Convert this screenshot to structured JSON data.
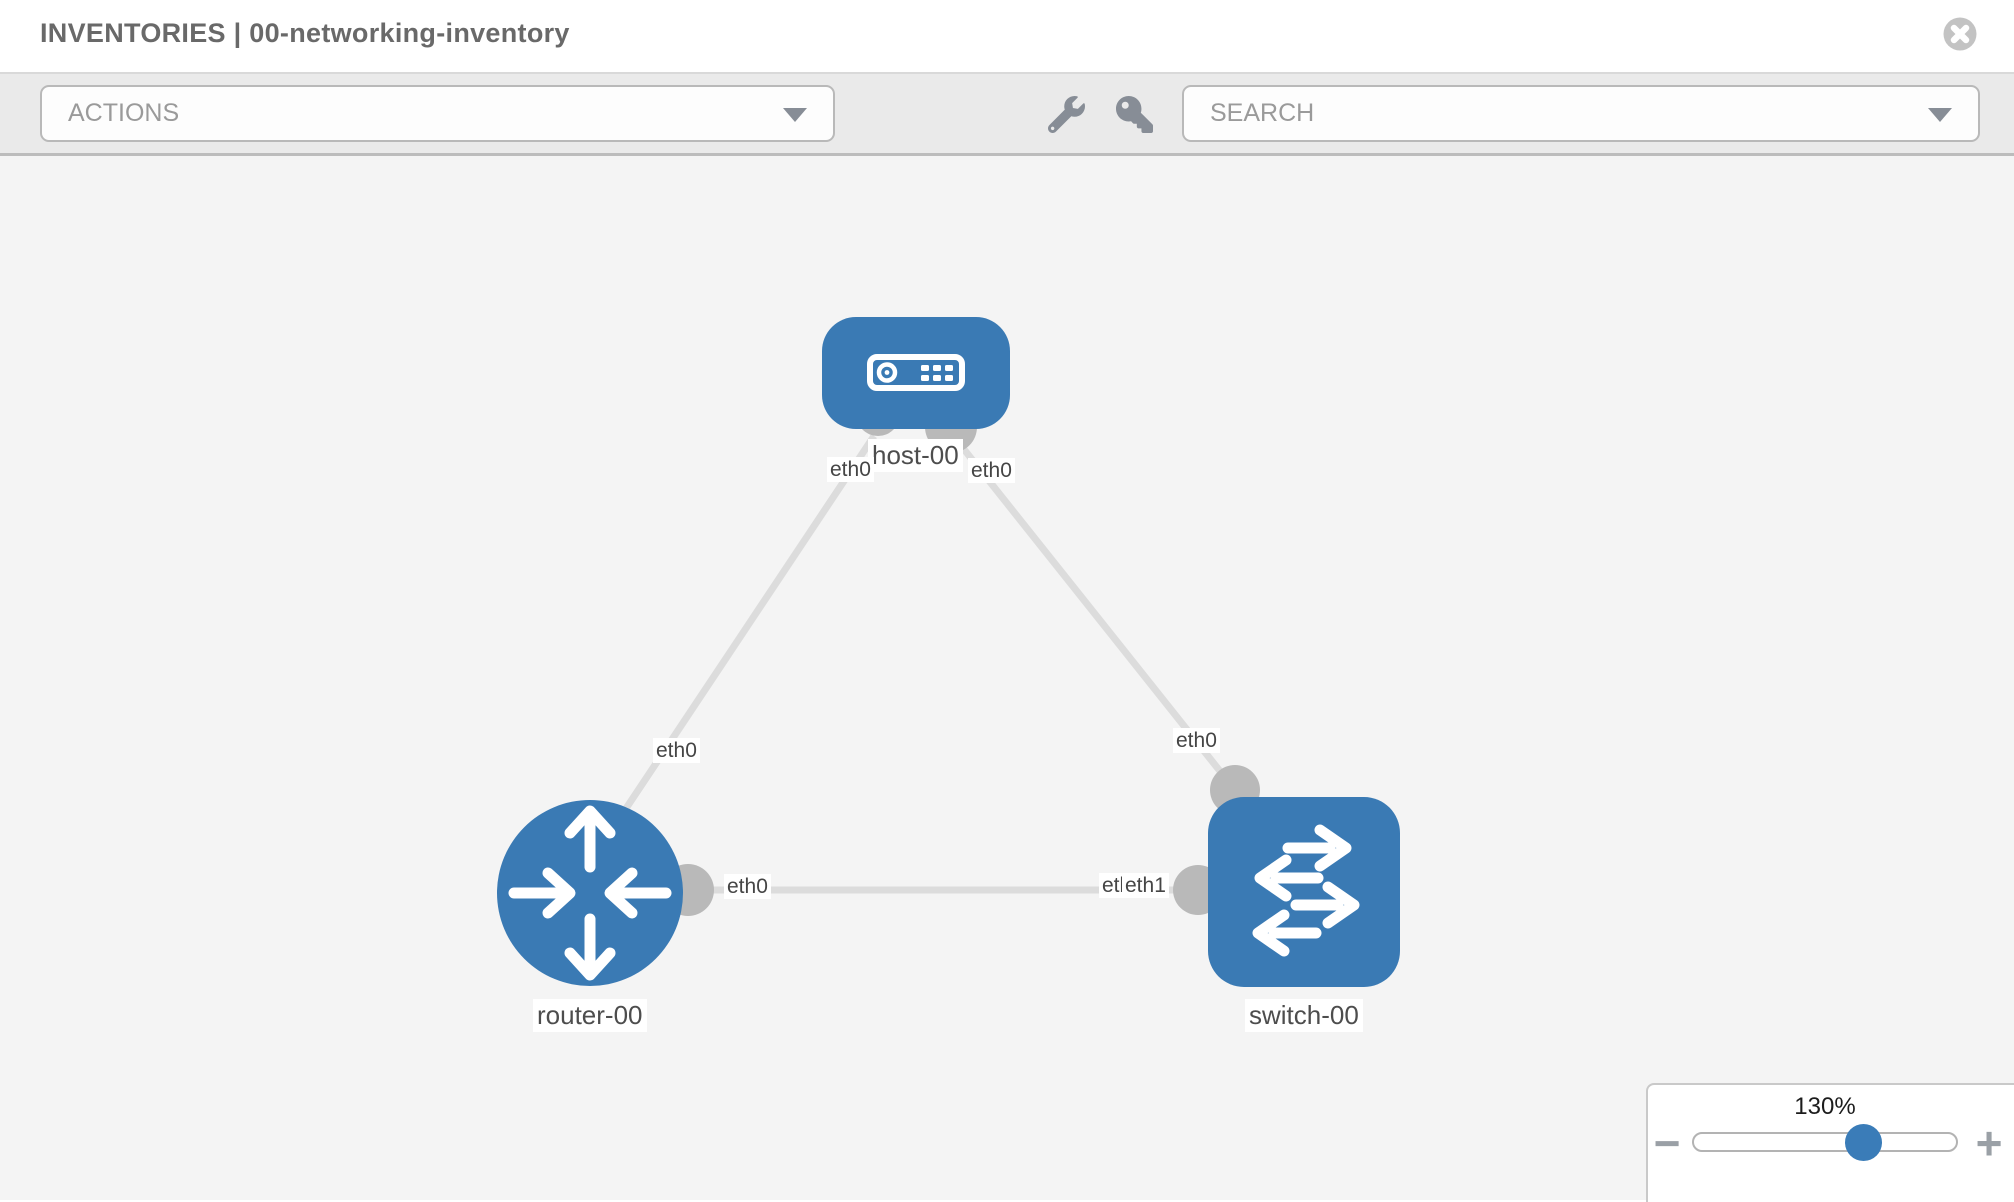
{
  "header": {
    "title": "INVENTORIES | 00-networking-inventory",
    "close_icon": "x-circle-icon"
  },
  "toolbar": {
    "actions": {
      "value": "ACTIONS",
      "icon": "chevron-down-icon"
    },
    "tools": [
      {
        "icon": "wrench-icon"
      },
      {
        "icon": "key-icon"
      }
    ],
    "search": {
      "value": "SEARCH",
      "icon": "chevron-down-icon"
    }
  },
  "topology": {
    "nodes": [
      {
        "id": "host-00",
        "label": "host-00",
        "type": "host",
        "icon": "server-icon",
        "shape": "rounded-rect"
      },
      {
        "id": "router-00",
        "label": "router-00",
        "type": "router",
        "icon": "router-arrows-icon",
        "shape": "circle"
      },
      {
        "id": "switch-00",
        "label": "switch-00",
        "type": "switch",
        "icon": "switch-arrows-icon",
        "shape": "rounded-square"
      }
    ],
    "links": [
      {
        "from": "host-00",
        "from_interface": "eth0",
        "to": "router-00",
        "to_interface": "eth0"
      },
      {
        "from": "host-00",
        "from_interface": "eth0",
        "to": "switch-00",
        "to_interface": "eth0"
      },
      {
        "from": "router-00",
        "from_interface": "eth0",
        "to": "switch-00",
        "to_interface": "eth1"
      }
    ],
    "interface_labels": [
      {
        "text": "eth0"
      },
      {
        "text": "eth0"
      },
      {
        "text": "eth0"
      },
      {
        "text": "eth0"
      },
      {
        "text": "eth0"
      },
      {
        "text": "eth1"
      },
      {
        "text": "eth1"
      }
    ],
    "colors": {
      "node_fill": "#3a7ab4",
      "link": "#dcdcdc",
      "interface_circle": "#b9b9b9",
      "canvas_bg": "#f4f4f4",
      "label_text": "#4d4d4d"
    }
  },
  "zoom": {
    "level": "130%",
    "percent": 130,
    "minus": "−",
    "plus": "+"
  }
}
